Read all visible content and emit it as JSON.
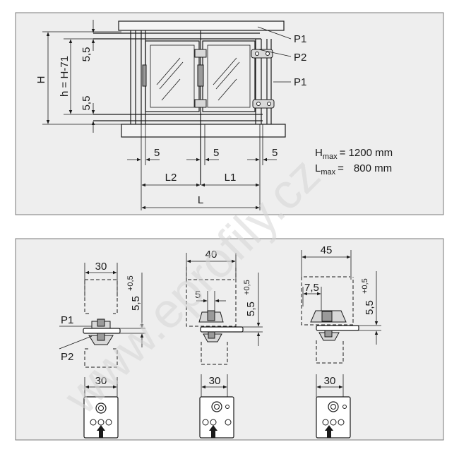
{
  "watermark": "www.eprofily.cz",
  "top": {
    "labels": {
      "H": "H",
      "h_formula": "h = H-71",
      "gap_top": "5,5",
      "gap_bottom": "5,5",
      "p1_top": "P1",
      "p2": "P2",
      "p1_bottom": "P1",
      "dim_left_5": "5",
      "dim_mid_5": "5",
      "dim_right_5": "5",
      "L2": "L2",
      "L1": "L1",
      "L": "L"
    },
    "limits": {
      "hmax_sym": "H",
      "hmax_sub": "max",
      "hmax_val": "= 1200 mm",
      "lmax_sym": "L",
      "lmax_sub": "max",
      "lmax_eq": "=",
      "lmax_val": "800 mm"
    }
  },
  "bottom": {
    "d1": {
      "width_top": "30",
      "gap": "5,5",
      "tol": "+0,5",
      "width_bottom": "30",
      "p1": "P1",
      "p2": "P2"
    },
    "d2": {
      "width_top": "40",
      "inner": "5",
      "gap": "5,5",
      "tol": "+0,5",
      "width_bottom": "30"
    },
    "d3": {
      "width_top": "45",
      "inner": "7,5",
      "gap": "5,5",
      "tol": "+0,5",
      "width_bottom": "30"
    }
  }
}
